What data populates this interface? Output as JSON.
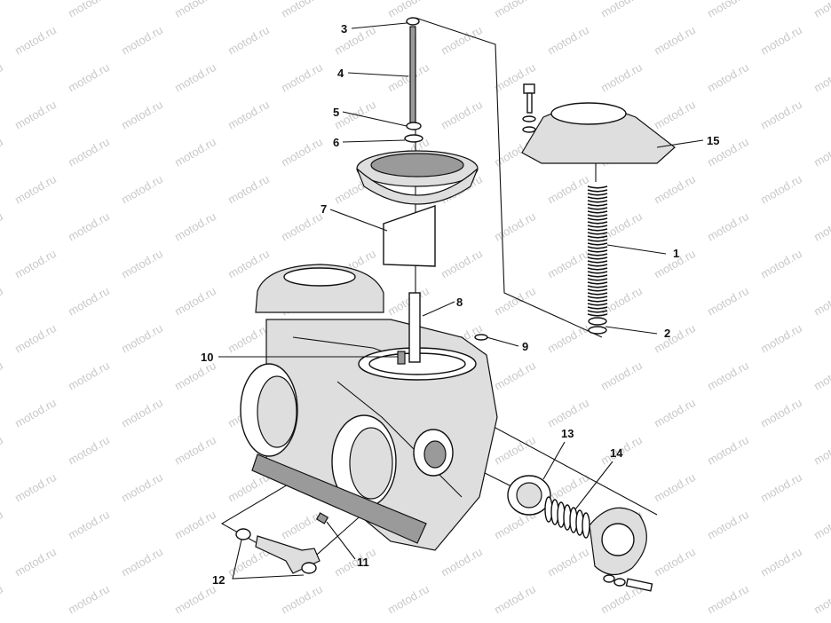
{
  "watermark": {
    "text": "motod.ru"
  },
  "callouts": [
    {
      "id": "part-1",
      "label": "1"
    },
    {
      "id": "part-2",
      "label": "2"
    },
    {
      "id": "part-3",
      "label": "3"
    },
    {
      "id": "part-4",
      "label": "4"
    },
    {
      "id": "part-5",
      "label": "5"
    },
    {
      "id": "part-6",
      "label": "6"
    },
    {
      "id": "part-7",
      "label": "7"
    },
    {
      "id": "part-8",
      "label": "8"
    },
    {
      "id": "part-9",
      "label": "9"
    },
    {
      "id": "part-10",
      "label": "10"
    },
    {
      "id": "part-11",
      "label": "11"
    },
    {
      "id": "part-12",
      "label": "12"
    },
    {
      "id": "part-13",
      "label": "13"
    },
    {
      "id": "part-14",
      "label": "14"
    },
    {
      "id": "part-15",
      "label": "15"
    }
  ]
}
